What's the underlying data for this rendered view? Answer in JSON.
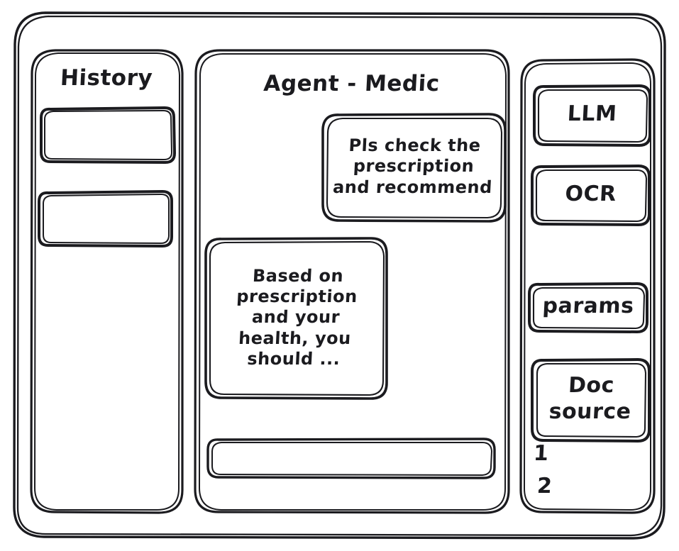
{
  "window": {
    "name": "agent-wireframe-window"
  },
  "sidebar": {
    "title": "History",
    "items": [
      {
        "label": ""
      },
      {
        "label": ""
      }
    ]
  },
  "main": {
    "title": "Agent - Medic",
    "messages": [
      {
        "role": "user",
        "text": "Pls check the\nprescription\nand recommend"
      },
      {
        "role": "agent",
        "text": "Based on\nprescription\nand your\nhealth, you\nshould ..."
      }
    ],
    "input": {
      "value": "",
      "placeholder": ""
    }
  },
  "tools": {
    "buttons": [
      {
        "label": "LLM"
      },
      {
        "label": "OCR"
      },
      {
        "label": "params"
      },
      {
        "label": "Doc\nsource"
      }
    ],
    "doc_list": [
      {
        "label": "1"
      },
      {
        "label": "2"
      }
    ]
  },
  "style": {
    "stroke": "#1b1b1f",
    "background": "#ffffff"
  }
}
